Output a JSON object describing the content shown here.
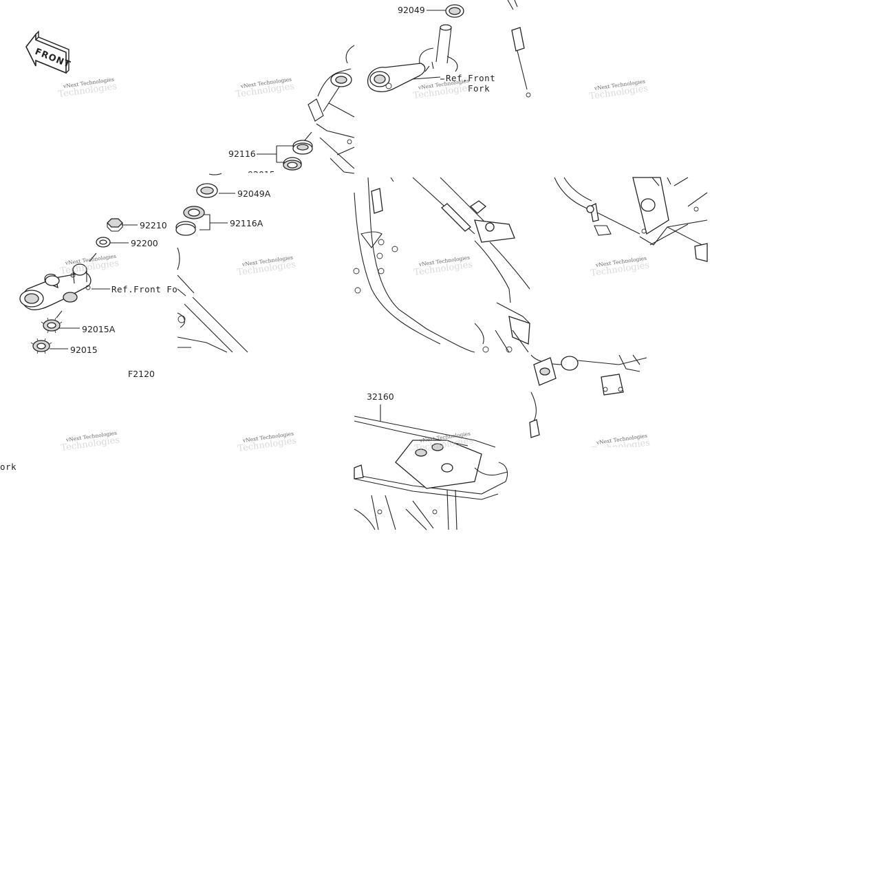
{
  "front_badge": "FRONT",
  "figure_id": "F2120",
  "part_labels": {
    "p92049": "92049",
    "p92116": "92116",
    "p92049A": "92049A",
    "p92116A": "92116A",
    "p92210": "92210",
    "p92200": "92200",
    "p92015A": "92015A",
    "p92015": "92015",
    "p32160": "32160",
    "partial_top": "92015"
  },
  "references": {
    "ref_front_fork_top_line1": "Ref.Front",
    "ref_front_fork_top_line2": "Fork",
    "ref_front_fork_mid": "Ref.Front Fo",
    "ref_fork_partial": "ork"
  },
  "watermark": {
    "line1": "vNext Technologies",
    "line2": "Technologies"
  }
}
